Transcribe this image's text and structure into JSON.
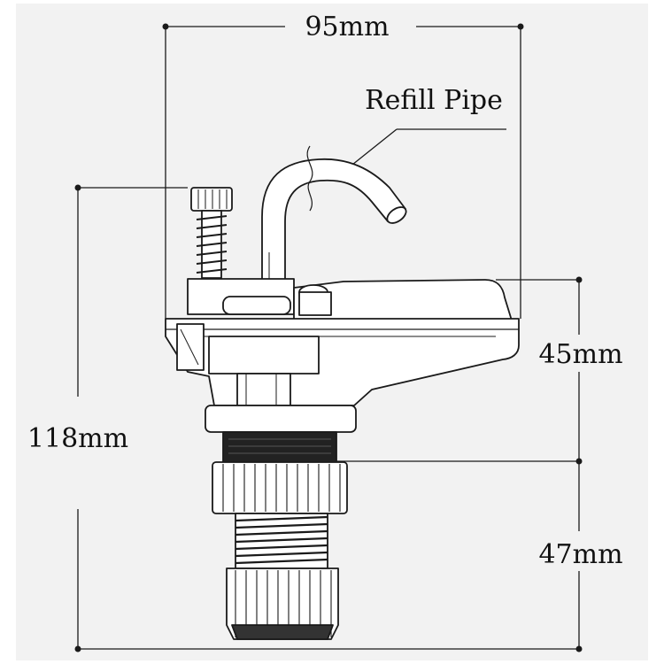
{
  "labels": {
    "width": "95mm",
    "refill_pipe": "Refill Pipe",
    "total_height": "118mm",
    "upper_height": "45mm",
    "lower_height": "47mm"
  },
  "colors": {
    "background": "#ffffff",
    "panel": "#f2f2f2",
    "line": "#1a1a1a",
    "dark_part": "#222222"
  }
}
